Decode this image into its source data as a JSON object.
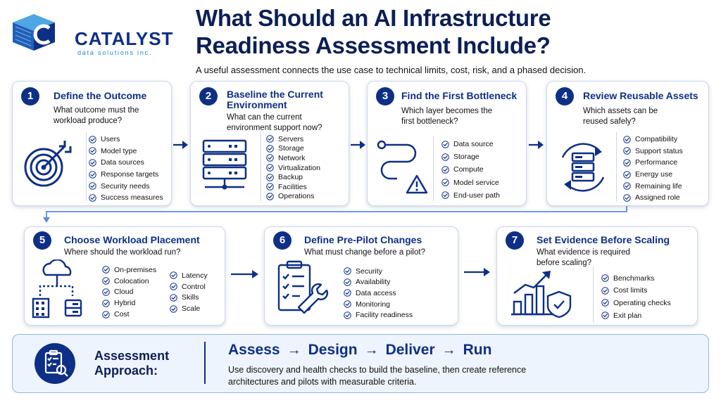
{
  "brand": {
    "name": "CATALYST",
    "tagline": "data solutions inc."
  },
  "header": {
    "title_line1": "What Should an AI Infrastructure",
    "title_line2": "Readiness Assessment Include?",
    "subtitle": "A useful assessment connects the use case to technical limits, cost, risk, and a phased decision."
  },
  "colors": {
    "navy": "#0e2f86",
    "accent_blue": "#1e88d8",
    "warning_red": "#d62b2b",
    "banner_bg": "#eef4fd"
  },
  "steps": [
    {
      "num": "1",
      "title": "Define the Outcome",
      "question": "What outcome must the workload produce?",
      "icon": "target-icon",
      "items": [
        "Users",
        "Model type",
        "Data sources",
        "Response targets",
        "Security needs",
        "Success measures"
      ]
    },
    {
      "num": "2",
      "title": "Baseline the Current Environment",
      "question": "What can the current environment support now?",
      "icon": "server-rack-icon",
      "items": [
        "Servers",
        "Storage",
        "Network",
        "Virtualization",
        "Backup",
        "Facilities",
        "Operations"
      ]
    },
    {
      "num": "3",
      "title": "Find the First Bottleneck",
      "question": "Which layer becomes the first bottleneck?",
      "icon": "path-warning-icon",
      "items": [
        "Data source",
        "Storage",
        "Compute",
        "Model service",
        "End-user path"
      ]
    },
    {
      "num": "4",
      "title": "Review Reusable Assets",
      "question": "Which assets can be reused safely?",
      "icon": "server-cycle-icon",
      "items": [
        "Compatibility",
        "Support status",
        "Performance",
        "Energy use",
        "Remaining life",
        "Assigned role"
      ]
    },
    {
      "num": "5",
      "title": "Choose Workload Placement",
      "question": "Where should the workload run?",
      "icon": "cloud-building-icon",
      "items": [
        "On-premises",
        "Colocation",
        "Cloud",
        "Hybrid",
        "Cost"
      ],
      "items2": [
        "Latency",
        "Control",
        "Skills",
        "Scale"
      ]
    },
    {
      "num": "6",
      "title": "Define Pre-Pilot Changes",
      "question": "What must change before a pilot?",
      "icon": "checklist-wrench-icon",
      "items": [
        "Security",
        "Availability",
        "Data access",
        "Monitoring",
        "Facility readiness"
      ]
    },
    {
      "num": "7",
      "title": "Set Evidence Before Scaling",
      "question": "What evidence is required before scaling?",
      "icon": "growth-shield-icon",
      "items": [
        "Benchmarks",
        "Cost limits",
        "Operating checks",
        "Exit plan"
      ]
    }
  ],
  "approach": {
    "label_line1": "Assessment",
    "label_line2": "Approach:",
    "flow": [
      "Assess",
      "Design",
      "Deliver",
      "Run"
    ],
    "flow_arrow": "→",
    "description": "Use discovery and health checks to build the baseline, then create reference architectures and pilots with measurable criteria."
  }
}
